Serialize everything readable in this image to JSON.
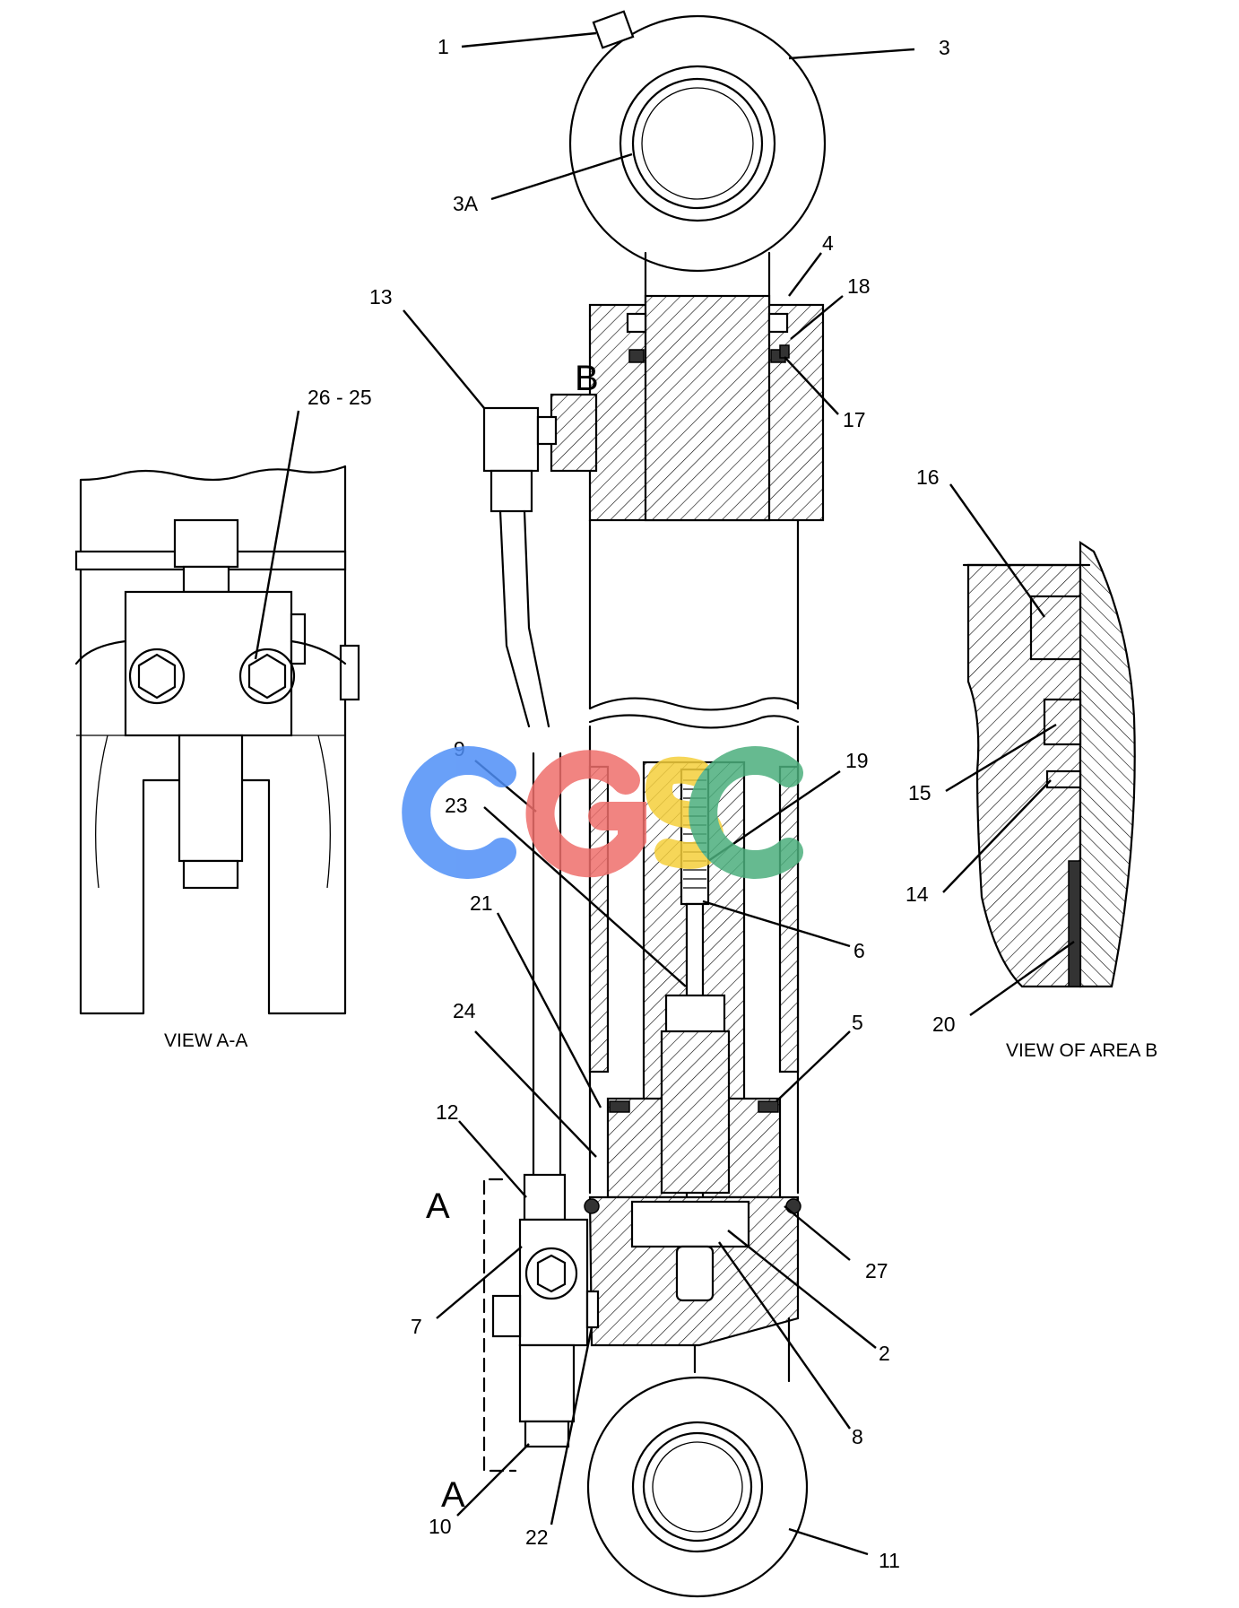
{
  "callouts": [
    {
      "id": "c1",
      "text": "1"
    },
    {
      "id": "c3",
      "text": "3"
    },
    {
      "id": "c3a",
      "text": "3A"
    },
    {
      "id": "c4",
      "text": "4"
    },
    {
      "id": "c18",
      "text": "18"
    },
    {
      "id": "c13",
      "text": "13"
    },
    {
      "id": "c17",
      "text": "17"
    },
    {
      "id": "c26",
      "text": "26 - 25"
    },
    {
      "id": "c16",
      "text": "16"
    },
    {
      "id": "c15",
      "text": "15"
    },
    {
      "id": "c14",
      "text": "14"
    },
    {
      "id": "c20",
      "text": "20"
    },
    {
      "id": "c9",
      "text": "9"
    },
    {
      "id": "c23",
      "text": "23"
    },
    {
      "id": "c19",
      "text": "19"
    },
    {
      "id": "c6",
      "text": "6"
    },
    {
      "id": "c21",
      "text": "21"
    },
    {
      "id": "c24",
      "text": "24"
    },
    {
      "id": "c5",
      "text": "5"
    },
    {
      "id": "c12",
      "text": "12"
    },
    {
      "id": "c27",
      "text": "27"
    },
    {
      "id": "c7",
      "text": "7"
    },
    {
      "id": "c2",
      "text": "2"
    },
    {
      "id": "c8",
      "text": "8"
    },
    {
      "id": "c10",
      "text": "10"
    },
    {
      "id": "c22",
      "text": "22"
    },
    {
      "id": "c11",
      "text": "11"
    }
  ],
  "section_marks": {
    "b": "B",
    "a_top": "A",
    "a_bottom": "A"
  },
  "captions": {
    "view_aa": "VIEW A-A",
    "view_area_b": "VIEW OF AREA B"
  },
  "watermark": {
    "text": "CGSC",
    "colors": [
      "#4f8ff7",
      "#ef6f6c",
      "#f5cf3c",
      "#4caf7d"
    ]
  }
}
